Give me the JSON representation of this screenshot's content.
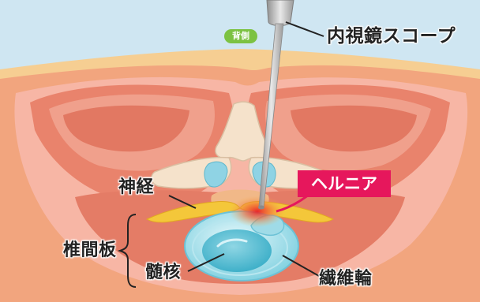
{
  "labels": {
    "back": "背側",
    "endoscope": "内視鏡スコープ",
    "hernia": "ヘルニア",
    "nerve": "神経",
    "disc": "椎間板",
    "nucleus": "髄核",
    "annulus": "繊維輪"
  },
  "colors": {
    "sky": "#cfe6f2",
    "skin": "#f6ce92",
    "fat": "#f2a57e",
    "muscle": "#e9836c",
    "vertebra": "#f5e2cb",
    "nerve": "#f4c73a",
    "disc": "#a8dfe9",
    "hernia_box": "#e6175c",
    "back_badge": "#7cc242"
  },
  "icons": [
    "endoscope-icon"
  ]
}
